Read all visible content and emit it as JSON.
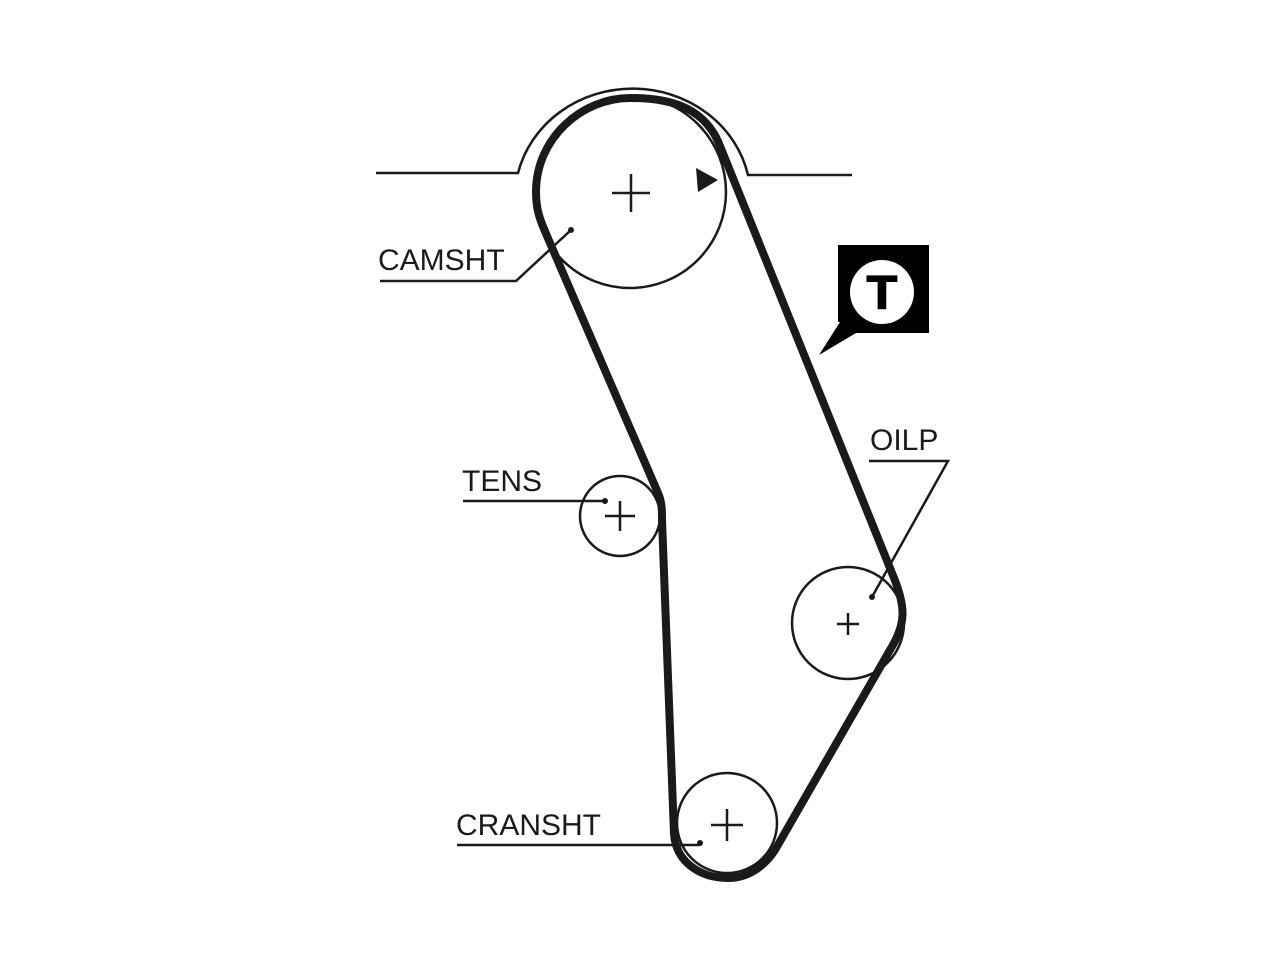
{
  "labels": {
    "camshaft": "CAMSHT",
    "tensioner": "TENS",
    "oil_pump": "OILP",
    "crankshaft": "CRANSHT"
  },
  "badge": {
    "letter": "T"
  },
  "colors": {
    "line": "#1a1a1a",
    "background": "#ffffff",
    "badge": "#000000"
  }
}
